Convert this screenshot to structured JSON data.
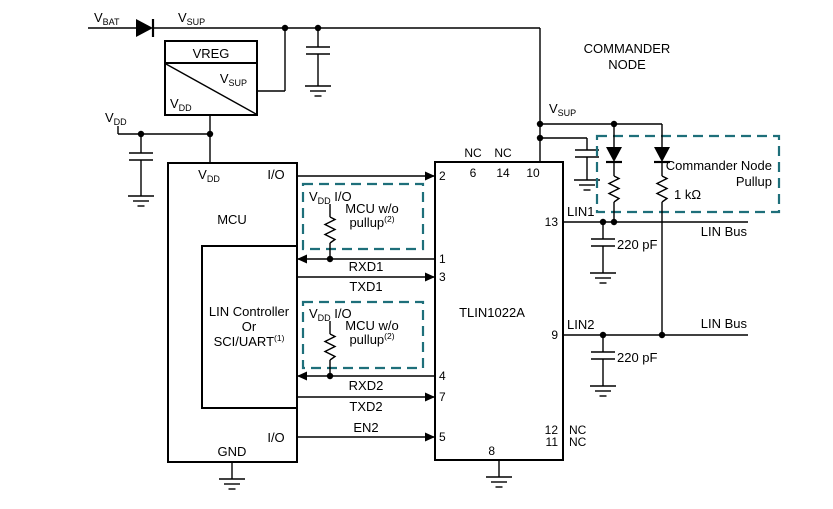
{
  "colors": {
    "accent": "#1e6f7a",
    "wire": "#000000",
    "background": "#ffffff"
  },
  "power": {
    "vbat": {
      "base": "V",
      "sub": "BAT"
    },
    "vsupTop": {
      "base": "V",
      "sub": "SUP"
    },
    "vsupMid": {
      "base": "V",
      "sub": "SUP"
    },
    "vddRail": {
      "base": "V",
      "sub": "DD"
    }
  },
  "commanderNode": {
    "line1": "COMMANDER",
    "line2": "NODE"
  },
  "vreg": {
    "title": "VREG",
    "vsup": {
      "base": "V",
      "sub": "SUP"
    },
    "vdd": {
      "base": "V",
      "sub": "DD"
    }
  },
  "mcu": {
    "vdd": {
      "base": "V",
      "sub": "DD"
    },
    "ioTop": "I/O",
    "name": "MCU",
    "controllerLine1": "LIN Controller",
    "controllerLine2": "Or",
    "controllerLine3": "SCI/UART",
    "controllerSup": "(1)",
    "ioBottom": "I/O",
    "gnd": "GND"
  },
  "mcuPullupNote": {
    "vdd": {
      "base": "V",
      "sub": "DD"
    },
    "io": " I/O",
    "line1": "MCU w/o",
    "line2": "pullup",
    "sup": "(2)"
  },
  "signals": {
    "rxd1": "RXD1",
    "txd1": "TXD1",
    "rxd2": "RXD2",
    "txd2": "TXD2",
    "en2": "EN2"
  },
  "chip": {
    "name": "TLIN1022A",
    "ncTop1": "NC",
    "ncTop2": "NC",
    "pinTop1": "6",
    "pinTop2": "14",
    "pinTop3": "10",
    "pinLeft1": "2",
    "pinLeft2": "1",
    "pinLeft3": "3",
    "pinLeft4": "4",
    "pinLeft5": "7",
    "pinLeft6": "5",
    "pinRight1": "13",
    "pinRight2": "9",
    "pinRight3": "12",
    "pinRight4": "11",
    "ncRight1": "NC",
    "ncRight2": "NC",
    "pinBottom": "8"
  },
  "commanderPullup": {
    "line1": "Commander Node",
    "line2": "Pullup",
    "resistor": "1 kΩ"
  },
  "lin1": {
    "pin": "LIN1",
    "bus": "LIN Bus",
    "cap": "220 pF"
  },
  "lin2": {
    "pin": "LIN2",
    "bus": "LIN Bus",
    "cap": "220 pF"
  }
}
